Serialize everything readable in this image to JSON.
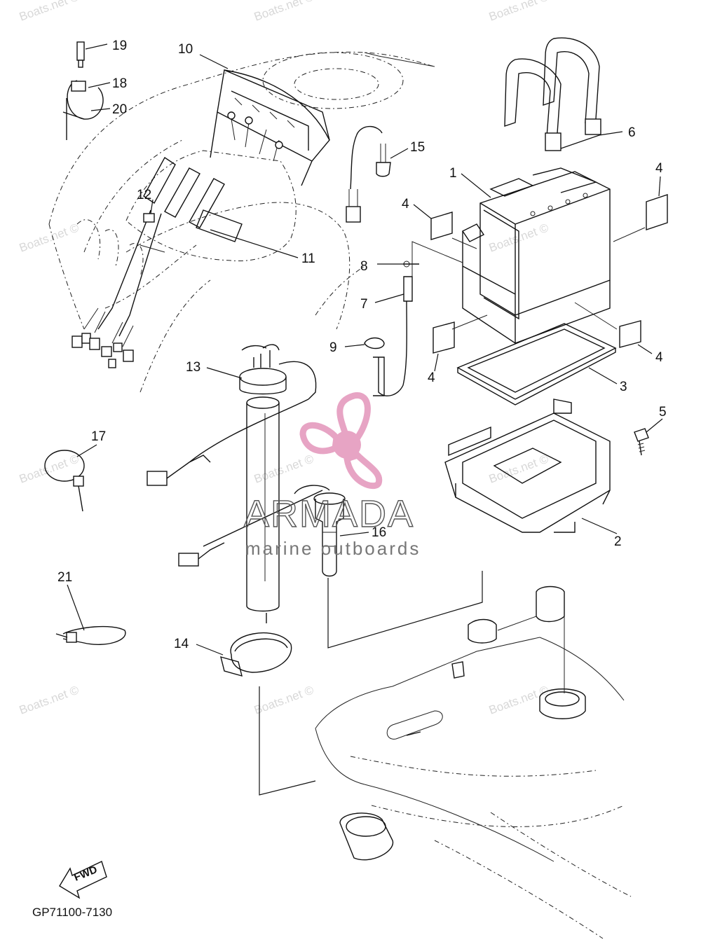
{
  "diagram": {
    "part_numbers": [
      "1",
      "2",
      "3",
      "4",
      "4",
      "4",
      "4",
      "5",
      "6",
      "7",
      "8",
      "9",
      "10",
      "11",
      "12",
      "13",
      "14",
      "15",
      "16",
      "17",
      "18",
      "19",
      "20",
      "21"
    ],
    "drawing_code": "GP71100-7130",
    "direction_marker": "FWD",
    "watermark": {
      "brand": "ARMADA",
      "tagline": "marine outboards",
      "site": "Boats.net ©"
    },
    "colors": {
      "line": "#111111",
      "logo": "#e7a4c4",
      "watermark_text": "#555555"
    }
  }
}
